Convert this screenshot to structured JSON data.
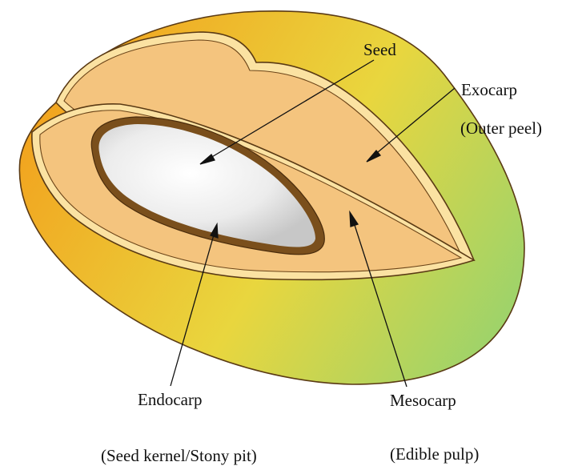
{
  "labels": {
    "seed": "Seed",
    "exocarp": "Exocarp",
    "exocarp_sub": "(Outer peel)",
    "endocarp": "Endocarp",
    "endocarp_sub": "(Seed kernel/Stony pit)",
    "mesocarp": "Mesocarp",
    "mesocarp_sub": "(Edible pulp)"
  },
  "colors": {
    "peel_orange": "#f2a21e",
    "peel_yellow": "#e9d63e",
    "peel_green": "#9ed36a",
    "flesh": "#f4c47e",
    "rim": "#fbe2a2",
    "outline": "#5a3a14",
    "endocarp": "#7a4f1c",
    "seed_light": "#ffffff",
    "seed_dark": "#c7c7c7"
  }
}
